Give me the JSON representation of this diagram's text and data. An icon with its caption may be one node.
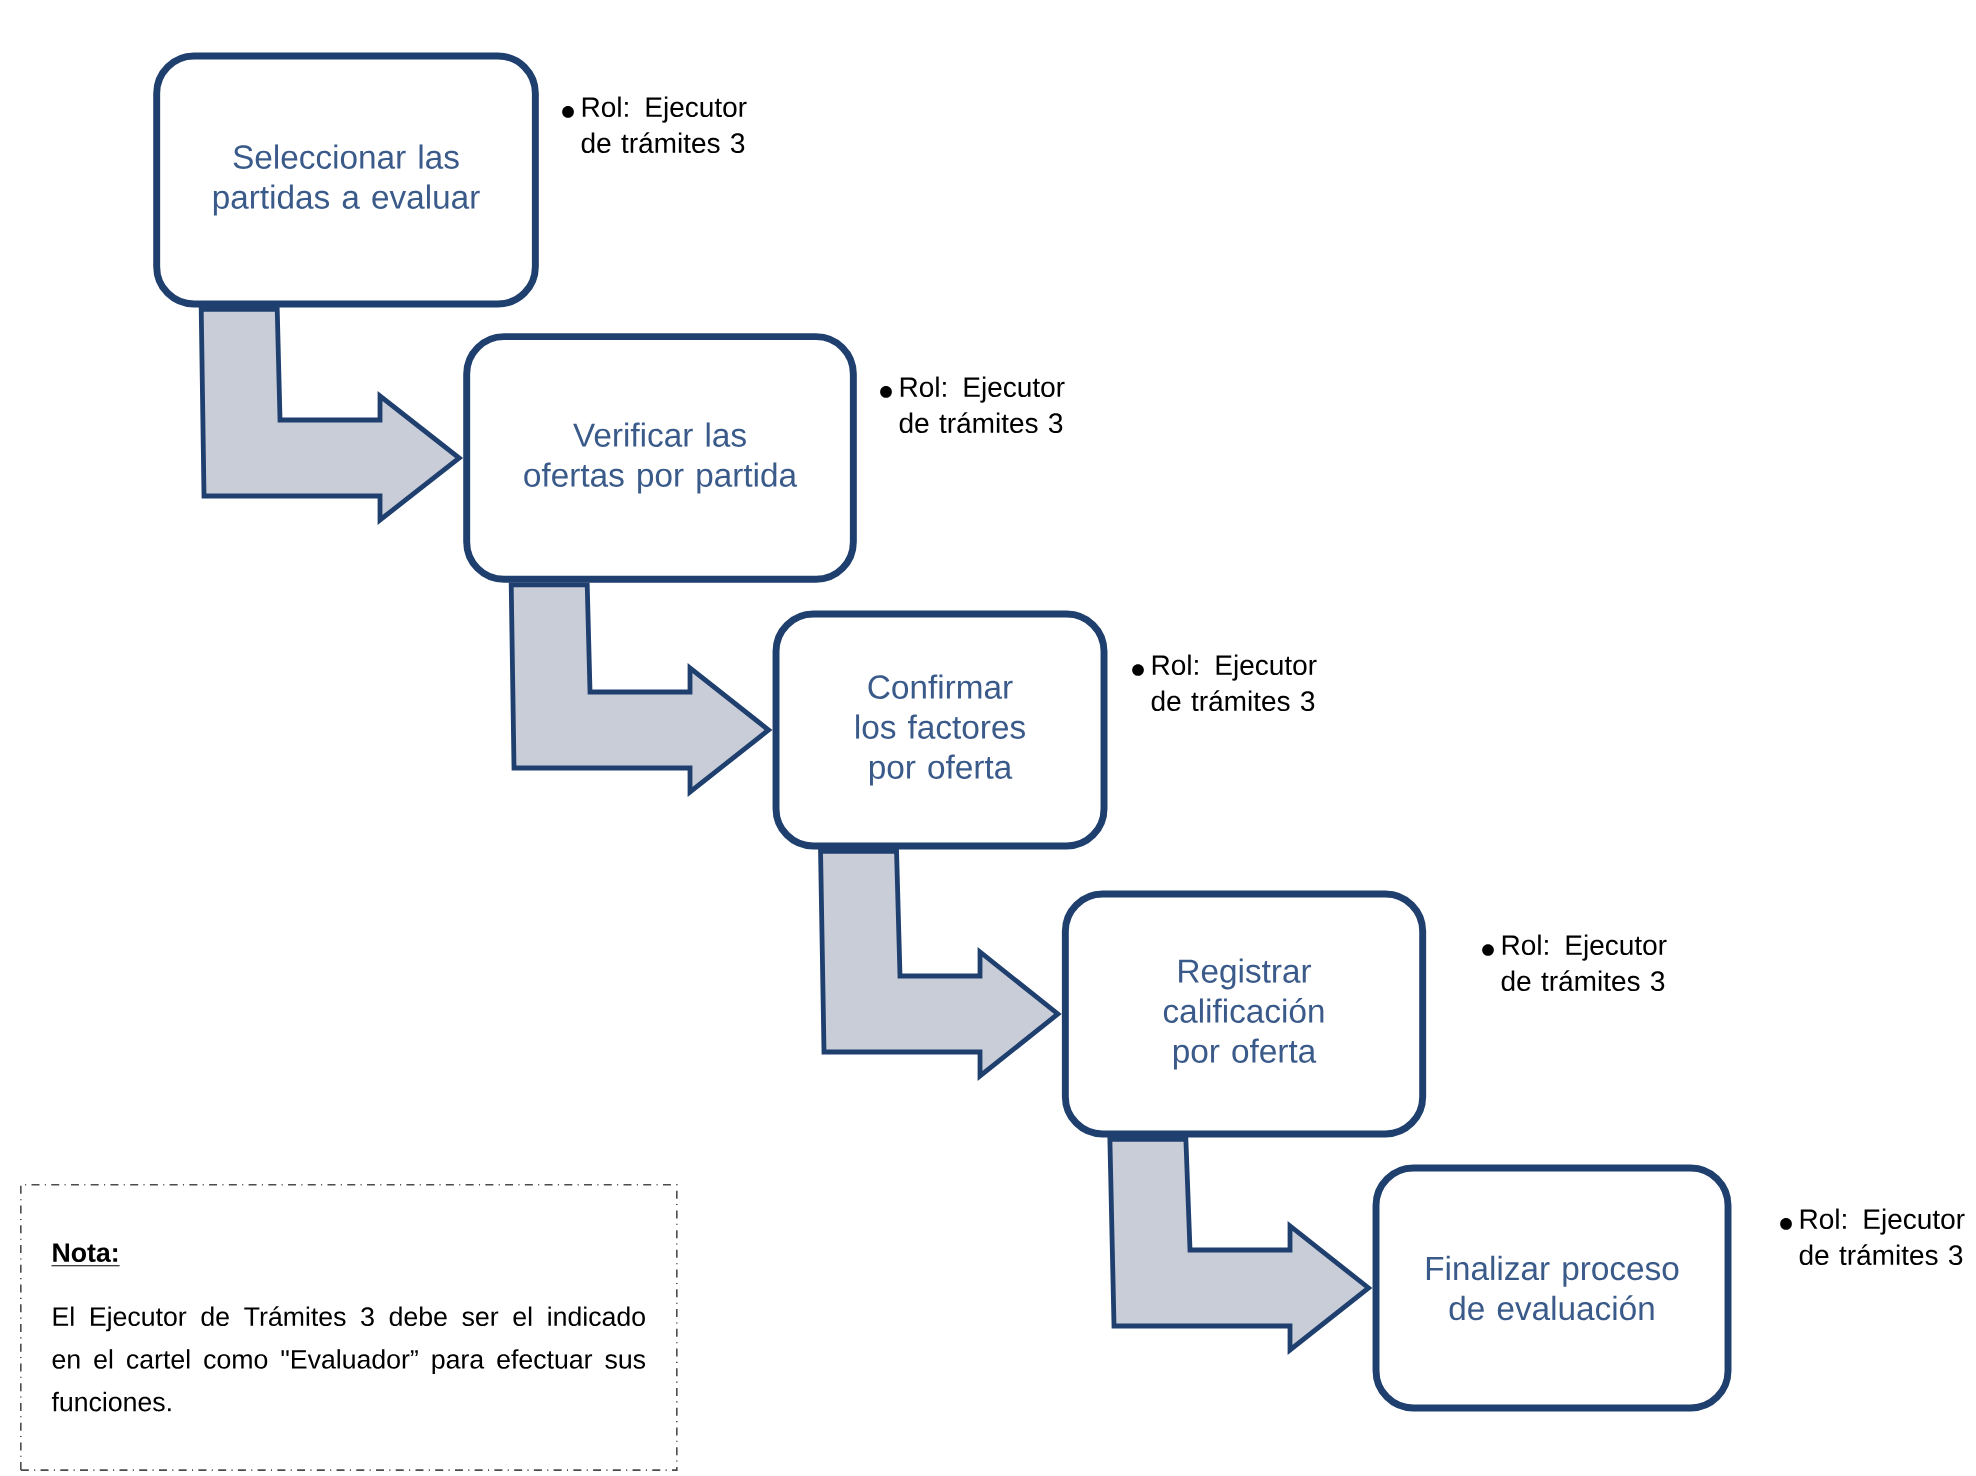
{
  "diagram": {
    "nodes": [
      {
        "text": [
          "Seleccionar las partidas a evaluar"
        ],
        "beside": [
          "Rol: Ejecutor de trámites 3"
        ]
      },
      {
        "text": [
          "Verificar las ofertas por partida"
        ],
        "beside": [
          "Rol: Ejecutor de trámites 3"
        ]
      },
      {
        "text": [
          "Confirmar los factores por oferta"
        ],
        "beside": [
          "Rol: Ejecutor de trámites 3"
        ]
      },
      {
        "text": [
          "Registrar calificación por oferta"
        ],
        "beside": [
          "Rol: Ejecutor de trámites 3"
        ]
      },
      {
        "text": [
          "Finalizar proceso de evaluación"
        ],
        "beside": [
          "Rol: Ejecutor de trámites 3"
        ]
      },
      {
        "text": [
          "Nota:",
          "El Ejecutor de Trámites 3 debe ser el indicado en el cartel como \"Evaluador” para efectuar sus funciones."
        ]
      }
    ],
    "edges": [
      {
        "from": 0,
        "to": 1,
        "arrow": "to"
      },
      {
        "from": 1,
        "to": 2,
        "arrow": "to"
      },
      {
        "from": 2,
        "to": 3,
        "arrow": "to"
      },
      {
        "from": 3,
        "to": 4,
        "arrow": "to"
      }
    ]
  }
}
